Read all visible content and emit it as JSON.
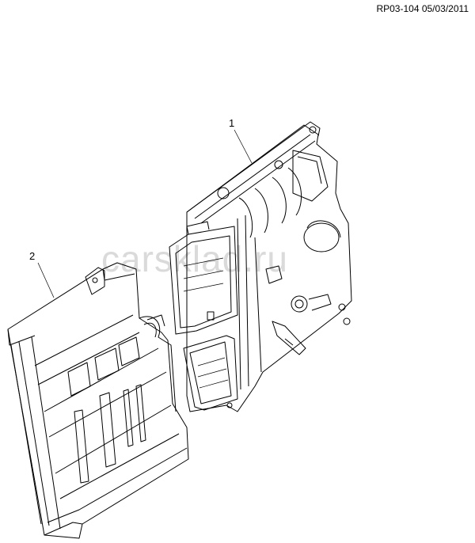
{
  "header": {
    "doc_ref": "RP03-104 05/03/2011"
  },
  "callouts": [
    {
      "label": "1"
    },
    {
      "label": "2"
    }
  ],
  "watermark": "carsklad.ru"
}
